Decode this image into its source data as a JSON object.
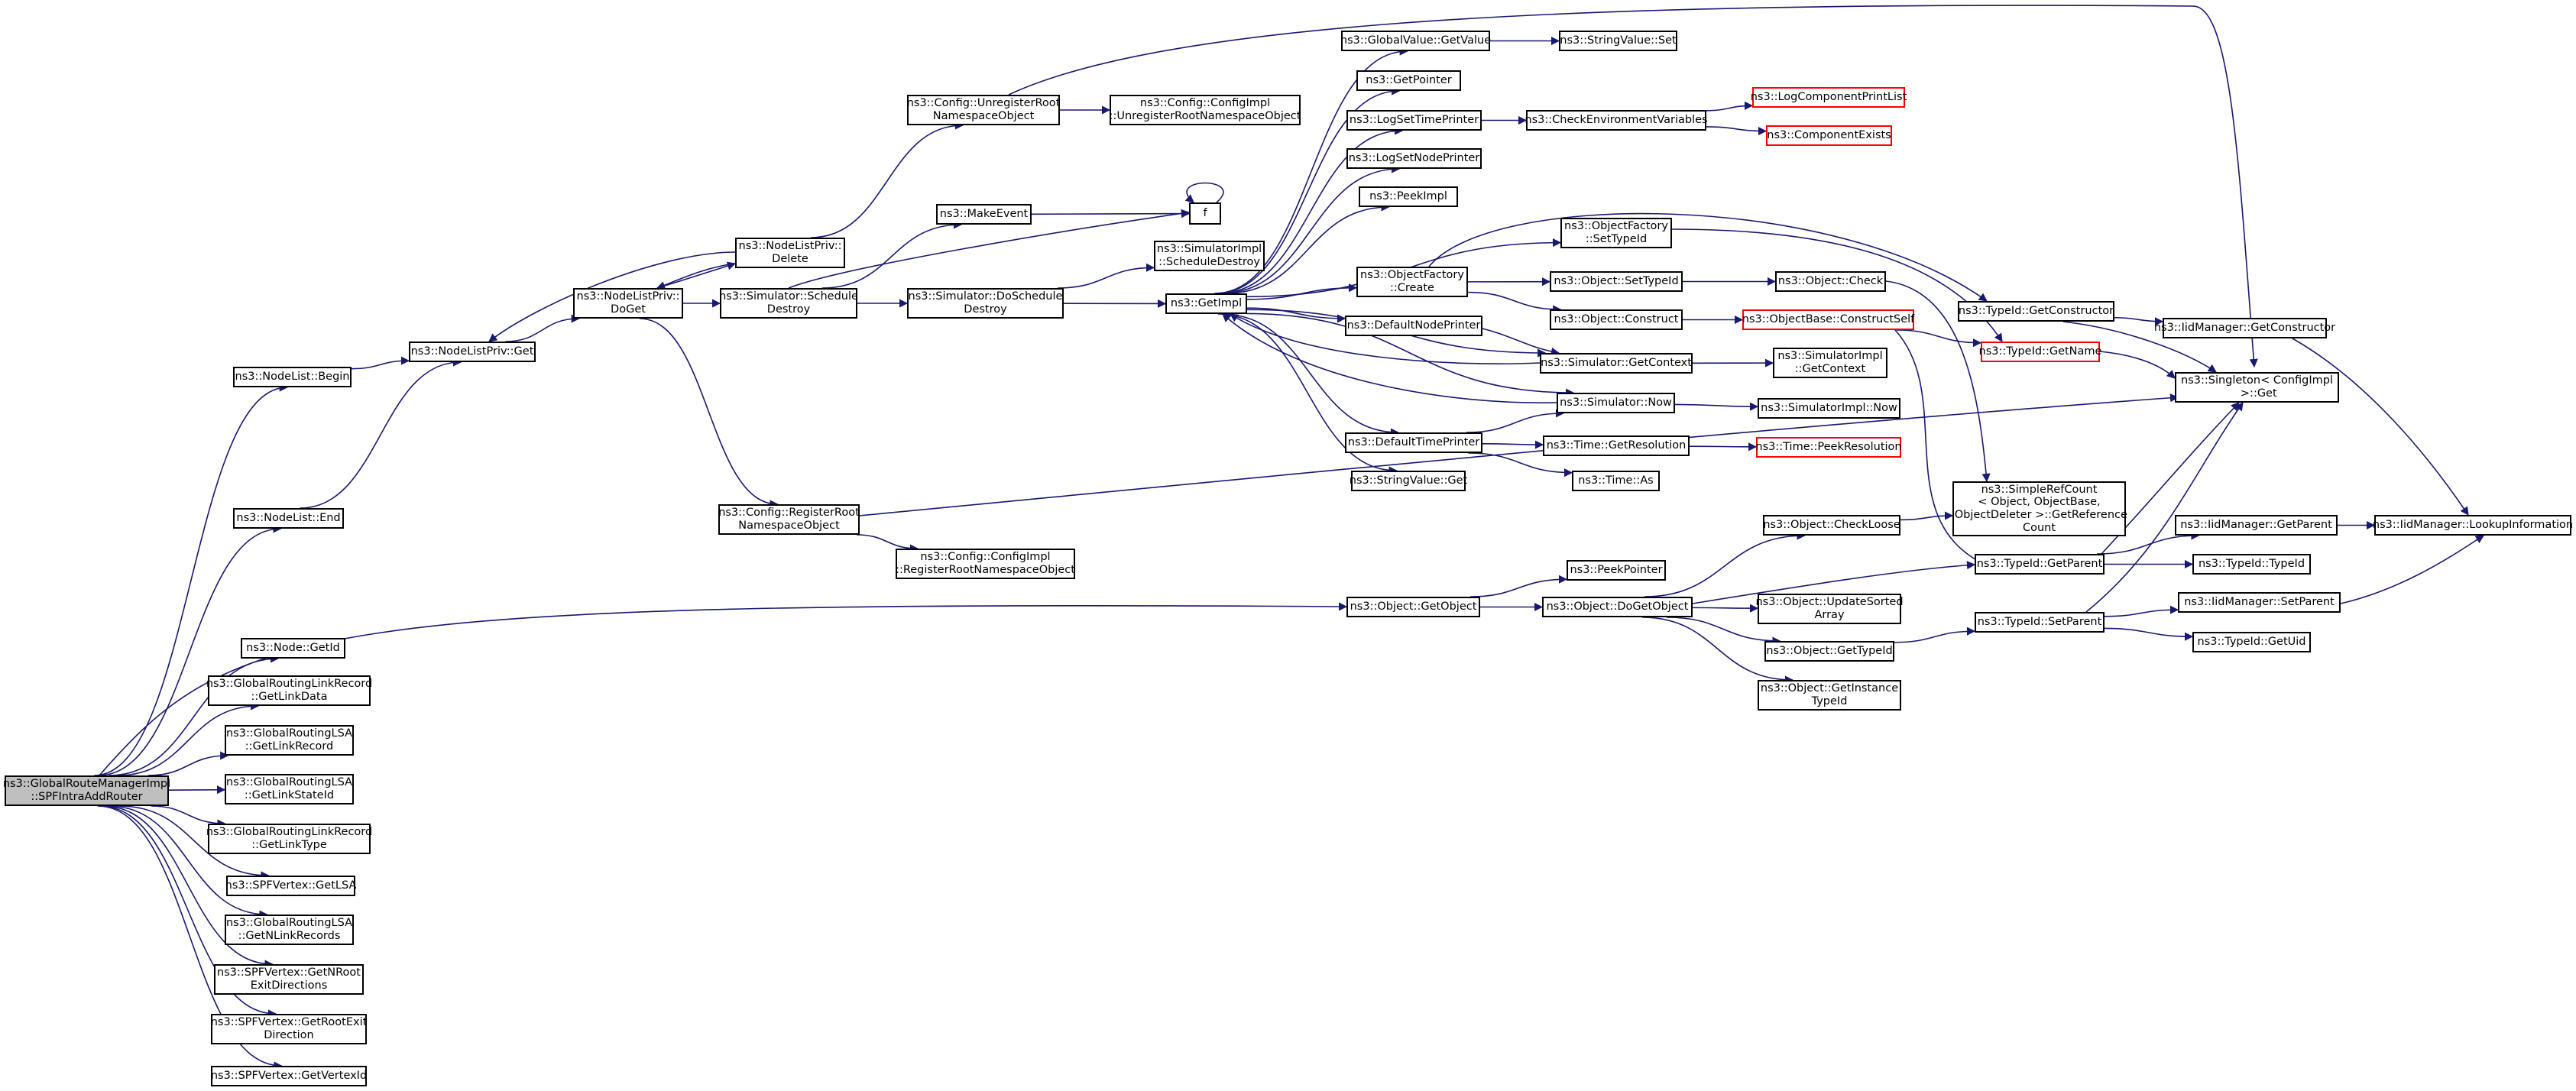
{
  "graph": {
    "edge_color": "#191970",
    "trunc_color": "#ff0000",
    "root_fill": "#bfbfbf",
    "nodes": [
      {
        "id": "root",
        "label": "ns3::GlobalRouteManagerImpl\n::SPFIntraAddRouter",
        "root": true
      },
      {
        "id": "nl_begin",
        "label": "ns3::NodeList::Begin"
      },
      {
        "id": "nl_end",
        "label": "ns3::NodeList::End"
      },
      {
        "id": "node_getid",
        "label": "ns3::Node::GetId"
      },
      {
        "id": "grlr_getlinkdata",
        "label": "ns3::GlobalRoutingLinkRecord\n::GetLinkData"
      },
      {
        "id": "grlsa_getlinkrecord",
        "label": "ns3::GlobalRoutingLSA\n::GetLinkRecord"
      },
      {
        "id": "grlsa_getlinkstateid",
        "label": "ns3::GlobalRoutingLSA\n::GetLinkStateId"
      },
      {
        "id": "grlr_getlinktype",
        "label": "ns3::GlobalRoutingLinkRecord\n::GetLinkType"
      },
      {
        "id": "spf_getlsa",
        "label": "ns3::SPFVertex::GetLSA"
      },
      {
        "id": "grlsa_getnlinkrecords",
        "label": "ns3::GlobalRoutingLSA\n::GetNLinkRecords"
      },
      {
        "id": "spf_getnroot",
        "label": "ns3::SPFVertex::GetNRoot\nExitDirections"
      },
      {
        "id": "spf_getrootexit",
        "label": "ns3::SPFVertex::GetRootExit\nDirection"
      },
      {
        "id": "spf_getvertexid",
        "label": "ns3::SPFVertex::GetVertexId"
      },
      {
        "id": "nlp_get",
        "label": "ns3::NodeListPriv::Get"
      },
      {
        "id": "nlp_doget",
        "label": "ns3::NodeListPriv::\nDoGet"
      },
      {
        "id": "nlp_delete",
        "label": "ns3::NodeListPriv::\nDelete"
      },
      {
        "id": "cfg_unreg",
        "label": "ns3::Config::UnregisterRoot\nNamespaceObject"
      },
      {
        "id": "cfgimpl_unreg",
        "label": "ns3::Config::ConfigImpl\n::UnregisterRootNamespaceObject"
      },
      {
        "id": "makeevent",
        "label": "ns3::MakeEvent"
      },
      {
        "id": "f",
        "label": "f"
      },
      {
        "id": "sim_scheddestroy",
        "label": "ns3::Simulator::Schedule\nDestroy"
      },
      {
        "id": "sim_doscheddestroy",
        "label": "ns3::Simulator::DoSchedule\nDestroy"
      },
      {
        "id": "simimpl_scheddestroy",
        "label": "ns3::SimulatorImpl\n::ScheduleDestroy"
      },
      {
        "id": "getimpl",
        "label": "ns3::GetImpl"
      },
      {
        "id": "cfg_reg",
        "label": "ns3::Config::RegisterRoot\nNamespaceObject"
      },
      {
        "id": "cfgimpl_reg",
        "label": "ns3::Config::ConfigImpl\n::RegisterRootNamespaceObject"
      },
      {
        "id": "gv_getvalue",
        "label": "ns3::GlobalValue::GetValue"
      },
      {
        "id": "sv_set",
        "label": "ns3::StringValue::Set"
      },
      {
        "id": "getpointer",
        "label": "ns3::GetPointer"
      },
      {
        "id": "logsettimeprinter",
        "label": "ns3::LogSetTimePrinter"
      },
      {
        "id": "checkenv",
        "label": "ns3::CheckEnvironmentVariables"
      },
      {
        "id": "logcompprintlist",
        "label": "ns3::LogComponentPrintList",
        "red": true
      },
      {
        "id": "compexists",
        "label": "ns3::ComponentExists",
        "red": true
      },
      {
        "id": "logsetnodeprinter",
        "label": "ns3::LogSetNodePrinter"
      },
      {
        "id": "peekimpl",
        "label": "ns3::PeekImpl"
      },
      {
        "id": "of_settypeid",
        "label": "ns3::ObjectFactory\n::SetTypeId"
      },
      {
        "id": "of_create",
        "label": "ns3::ObjectFactory\n::Create"
      },
      {
        "id": "obj_settypeid",
        "label": "ns3::Object::SetTypeId"
      },
      {
        "id": "obj_check",
        "label": "ns3::Object::Check"
      },
      {
        "id": "obj_construct",
        "label": "ns3::Object::Construct"
      },
      {
        "id": "ob_constructself",
        "label": "ns3::ObjectBase::ConstructSelf",
        "red": true
      },
      {
        "id": "defaultnodeprinter",
        "label": "ns3::DefaultNodePrinter"
      },
      {
        "id": "sim_getcontext",
        "label": "ns3::Simulator::GetContext"
      },
      {
        "id": "simimpl_getcontext",
        "label": "ns3::SimulatorImpl\n::GetContext"
      },
      {
        "id": "sim_now",
        "label": "ns3::Simulator::Now"
      },
      {
        "id": "simimpl_now",
        "label": "ns3::SimulatorImpl::Now"
      },
      {
        "id": "defaulttimeprinter",
        "label": "ns3::DefaultTimePrinter"
      },
      {
        "id": "time_getres",
        "label": "ns3::Time::GetResolution"
      },
      {
        "id": "time_peekres",
        "label": "ns3::Time::PeekResolution",
        "red": true
      },
      {
        "id": "time_as",
        "label": "ns3::Time::As"
      },
      {
        "id": "sv_get",
        "label": "ns3::StringValue::Get"
      },
      {
        "id": "typeid_getctor",
        "label": "ns3::TypeId::GetConstructor"
      },
      {
        "id": "iidm_getctor",
        "label": "ns3::IidManager::GetConstructor"
      },
      {
        "id": "typeid_getname",
        "label": "ns3::TypeId::GetName",
        "red": true
      },
      {
        "id": "singleton_get",
        "label": "ns3::Singleton< ConfigImpl\n >::Get"
      },
      {
        "id": "srefcount",
        "label": "ns3::SimpleRefCount\n< Object, ObjectBase,\n ObjectDeleter >::GetReference\nCount"
      },
      {
        "id": "obj_checkloose",
        "label": "ns3::Object::CheckLoose"
      },
      {
        "id": "typeid_getparent",
        "label": "ns3::TypeId::GetParent"
      },
      {
        "id": "iidm_getparent",
        "label": "ns3::IidManager::GetParent"
      },
      {
        "id": "iidm_lookup",
        "label": "ns3::IidManager::LookupInformation"
      },
      {
        "id": "typeid_typeid",
        "label": "ns3::TypeId::TypeId"
      },
      {
        "id": "obj_getobject",
        "label": "ns3::Object::GetObject"
      },
      {
        "id": "peekpointer",
        "label": "ns3::PeekPointer"
      },
      {
        "id": "obj_dogetobject",
        "label": "ns3::Object::DoGetObject"
      },
      {
        "id": "obj_updatesorted",
        "label": "ns3::Object::UpdateSorted\nArray"
      },
      {
        "id": "obj_gettypeid",
        "label": "ns3::Object::GetTypeId"
      },
      {
        "id": "typeid_setparent",
        "label": "ns3::TypeId::SetParent"
      },
      {
        "id": "iidm_setparent",
        "label": "ns3::IidManager::SetParent"
      },
      {
        "id": "typeid_getuid",
        "label": "ns3::TypeId::GetUid"
      },
      {
        "id": "obj_getinstance",
        "label": "ns3::Object::GetInstance\nTypeId"
      }
    ],
    "edges": [
      [
        "root",
        "nl_begin"
      ],
      [
        "root",
        "nl_end"
      ],
      [
        "root",
        "obj_getobject"
      ],
      [
        "root",
        "node_getid"
      ],
      [
        "root",
        "grlr_getlinkdata"
      ],
      [
        "root",
        "grlsa_getlinkrecord"
      ],
      [
        "root",
        "grlsa_getlinkstateid"
      ],
      [
        "root",
        "grlr_getlinktype"
      ],
      [
        "root",
        "spf_getlsa"
      ],
      [
        "root",
        "grlsa_getnlinkrecords"
      ],
      [
        "root",
        "spf_getnroot"
      ],
      [
        "root",
        "spf_getrootexit"
      ],
      [
        "root",
        "spf_getvertexid"
      ],
      [
        "nl_begin",
        "nlp_get"
      ],
      [
        "nl_end",
        "nlp_get"
      ],
      [
        "nlp_get",
        "nlp_doget"
      ],
      [
        "nlp_doget",
        "nlp_delete"
      ],
      [
        "nlp_doget",
        "sim_scheddestroy"
      ],
      [
        "nlp_doget",
        "cfg_reg"
      ],
      [
        "nlp_delete",
        "nlp_get"
      ],
      [
        "nlp_delete",
        "nlp_doget"
      ],
      [
        "nlp_delete",
        "cfg_unreg"
      ],
      [
        "cfg_unreg",
        "cfgimpl_unreg"
      ],
      [
        "cfg_unreg",
        "singleton_get"
      ],
      [
        "sim_scheddestroy",
        "makeevent"
      ],
      [
        "sim_scheddestroy",
        "f"
      ],
      [
        "sim_scheddestroy",
        "sim_doscheddestroy"
      ],
      [
        "makeevent",
        "f"
      ],
      [
        "f",
        "f"
      ],
      [
        "sim_doscheddestroy",
        "simimpl_scheddestroy"
      ],
      [
        "sim_doscheddestroy",
        "getimpl"
      ],
      [
        "cfg_reg",
        "cfgimpl_reg"
      ],
      [
        "cfg_reg",
        "singleton_get"
      ],
      [
        "getimpl",
        "gv_getvalue"
      ],
      [
        "getimpl",
        "getpointer"
      ],
      [
        "getimpl",
        "logsettimeprinter"
      ],
      [
        "getimpl",
        "logsetnodeprinter"
      ],
      [
        "getimpl",
        "peekimpl"
      ],
      [
        "getimpl",
        "of_settypeid"
      ],
      [
        "getimpl",
        "of_create"
      ],
      [
        "getimpl",
        "defaultnodeprinter"
      ],
      [
        "getimpl",
        "sim_getcontext"
      ],
      [
        "getimpl",
        "sim_now"
      ],
      [
        "getimpl",
        "defaulttimeprinter"
      ],
      [
        "getimpl",
        "sv_get"
      ],
      [
        "gv_getvalue",
        "sv_set"
      ],
      [
        "logsettimeprinter",
        "checkenv"
      ],
      [
        "checkenv",
        "logcompprintlist"
      ],
      [
        "checkenv",
        "compexists"
      ],
      [
        "of_create",
        "typeid_getctor"
      ],
      [
        "of_create",
        "obj_settypeid"
      ],
      [
        "of_create",
        "obj_construct"
      ],
      [
        "of_settypeid",
        "typeid_getname"
      ],
      [
        "obj_settypeid",
        "obj_check"
      ],
      [
        "obj_check",
        "srefcount"
      ],
      [
        "obj_construct",
        "ob_constructself"
      ],
      [
        "ob_constructself",
        "typeid_getname"
      ],
      [
        "ob_constructself",
        "typeid_getparent"
      ],
      [
        "defaultnodeprinter",
        "sim_getcontext"
      ],
      [
        "sim_getcontext",
        "getimpl"
      ],
      [
        "sim_getcontext",
        "simimpl_getcontext"
      ],
      [
        "sim_now",
        "getimpl"
      ],
      [
        "sim_now",
        "simimpl_now"
      ],
      [
        "defaulttimeprinter",
        "sim_now"
      ],
      [
        "defaulttimeprinter",
        "time_getres"
      ],
      [
        "defaulttimeprinter",
        "time_as"
      ],
      [
        "time_getres",
        "time_peekres"
      ],
      [
        "typeid_getctor",
        "iidm_getctor"
      ],
      [
        "typeid_getctor",
        "singleton_get"
      ],
      [
        "iidm_getctor",
        "iidm_lookup"
      ],
      [
        "typeid_getname",
        "singleton_get"
      ],
      [
        "obj_getobject",
        "peekpointer"
      ],
      [
        "obj_getobject",
        "obj_dogetobject"
      ],
      [
        "obj_dogetobject",
        "obj_checkloose"
      ],
      [
        "obj_dogetobject",
        "typeid_getparent"
      ],
      [
        "obj_dogetobject",
        "obj_updatesorted"
      ],
      [
        "obj_dogetobject",
        "obj_gettypeid"
      ],
      [
        "obj_dogetobject",
        "obj_getinstance"
      ],
      [
        "obj_checkloose",
        "srefcount"
      ],
      [
        "typeid_getparent",
        "singleton_get"
      ],
      [
        "typeid_getparent",
        "iidm_getparent"
      ],
      [
        "typeid_getparent",
        "typeid_typeid"
      ],
      [
        "iidm_getparent",
        "iidm_lookup"
      ],
      [
        "obj_gettypeid",
        "typeid_setparent"
      ],
      [
        "typeid_setparent",
        "singleton_get"
      ],
      [
        "typeid_setparent",
        "iidm_setparent"
      ],
      [
        "typeid_setparent",
        "typeid_getuid"
      ],
      [
        "iidm_setparent",
        "iidm_lookup"
      ]
    ]
  }
}
